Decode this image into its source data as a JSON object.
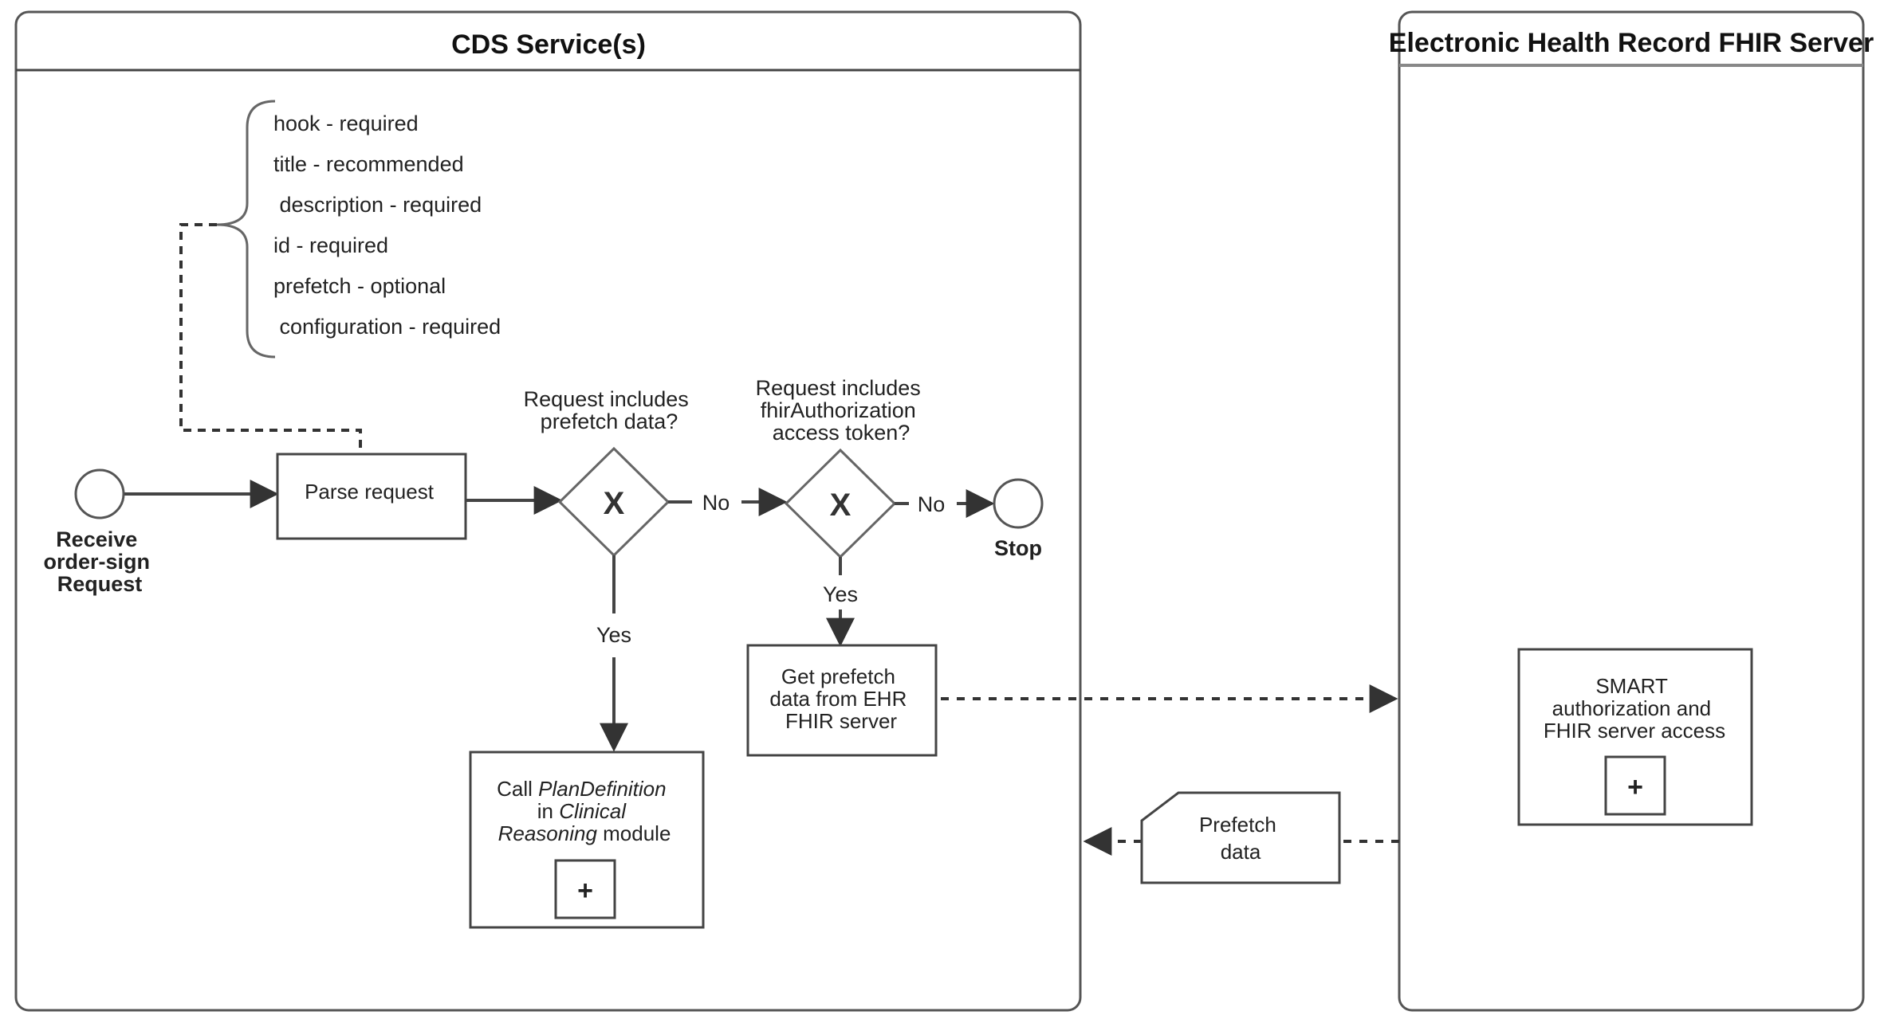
{
  "pools": {
    "cds": {
      "title": "CDS Service(s)"
    },
    "ehr": {
      "title": "Electronic Health Record FHIR Server"
    }
  },
  "annotation": {
    "items": [
      "hook - required",
      "title - recommended",
      " description - required",
      "id - required",
      "prefetch - optional",
      " configuration - required"
    ]
  },
  "events": {
    "start": {
      "lines": [
        "Receive",
        "order-sign",
        "Request"
      ]
    },
    "end": {
      "label": "Stop"
    }
  },
  "tasks": {
    "parse": {
      "label": "Parse request"
    },
    "get_prefetch": {
      "lines": [
        "Get prefetch",
        "data from EHR",
        "FHIR server"
      ]
    },
    "call_plan": {
      "line1_a": "Call ",
      "line1_b": "PlanDefinition",
      "line2_a": "in ",
      "line2_b": "Clinical",
      "line3_a": "Reasoning",
      "line3_b": " module",
      "marker": "+"
    },
    "smart": {
      "lines": [
        "SMART",
        "authorization and",
        "FHIR server access"
      ],
      "marker": "+"
    }
  },
  "gateways": {
    "g1": {
      "question": [
        "Request includes",
        "prefetch data?"
      ],
      "symbol": "X"
    },
    "g2": {
      "question": [
        "Request includes",
        "fhirAuthorization",
        "access token?"
      ],
      "symbol": "X"
    }
  },
  "flows": {
    "g1_no": "No",
    "g1_yes": "Yes",
    "g2_no": "No",
    "g2_yes": "Yes"
  },
  "data_object": {
    "lines": [
      "Prefetch",
      "data"
    ]
  }
}
